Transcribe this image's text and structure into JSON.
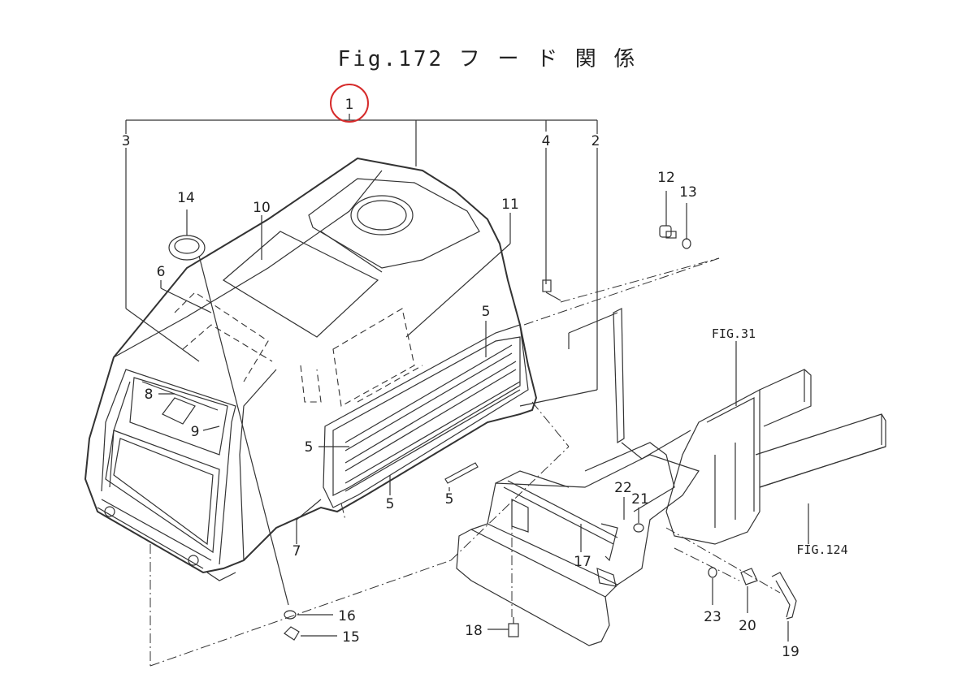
{
  "title": "Fig.172  フ ー ド 関 係",
  "highlight_color": "#d62b2b",
  "callouts": {
    "n1": "1",
    "n2": "2",
    "n3": "3",
    "n4": "4",
    "n5a": "5",
    "n5b": "5",
    "n5c": "5",
    "n5d": "5",
    "n6": "6",
    "n7": "7",
    "n8": "8",
    "n9": "9",
    "n10": "10",
    "n11": "11",
    "n12": "12",
    "n13": "13",
    "n14": "14",
    "n15": "15",
    "n16": "16",
    "n17": "17",
    "n18": "18",
    "n19": "19",
    "n20": "20",
    "n21": "21",
    "n22": "22",
    "n23": "23"
  },
  "references": {
    "fig31": "FIG.31",
    "fig124": "FIG.124"
  }
}
